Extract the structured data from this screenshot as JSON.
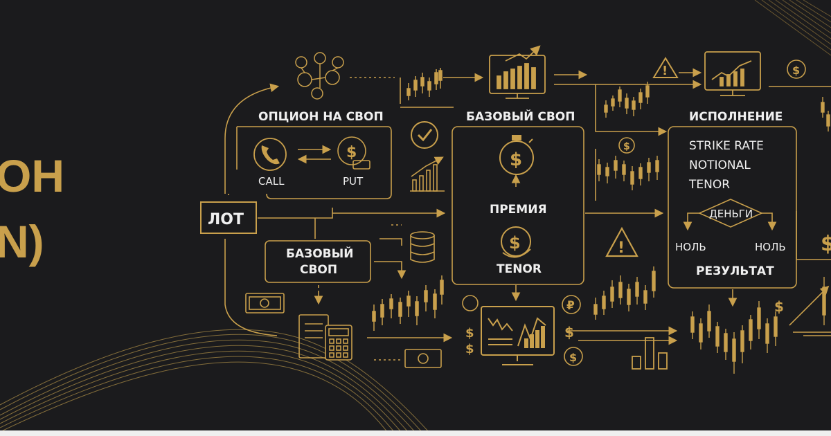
{
  "title": {
    "line1": "ОН",
    "line2": "N)"
  },
  "nodes": {
    "option_on_swap": "ОПЦИОН НА СВОП",
    "call": "CALL",
    "put": "PUT",
    "lot": "ЛОТ",
    "base_swap_left_line1": "БАЗОВЫЙ",
    "base_swap_left_line2": "СВОП",
    "base_swap_center": "БАЗОВЫЙ СВОП",
    "premium": "ПРЕМИЯ",
    "tenor_center": "TENOR",
    "execution": "ИСПОЛНЕНИЕ",
    "strike_rate": "STRIKE RATE",
    "notional": "NOTIONAL",
    "tenor_right": "TENOR",
    "money": "ДЕНЬГИ",
    "zero_left": "НОЛЬ",
    "zero_right": "НОЛЬ",
    "result": "РЕЗУЛЬТАТ"
  },
  "colors": {
    "background": "#1b1b1d",
    "accent_gold": "#c9a04c",
    "text_white": "#f0f0f0"
  },
  "icons": [
    "network-people-icon",
    "phone-icon",
    "dollar-hand-icon",
    "checkmark-icon",
    "rising-chart-icon",
    "monitor-chart-icon",
    "stopwatch-dollar-icon",
    "dollar-coin-icon",
    "warning-icon",
    "database-icon",
    "banknote-icon",
    "calculator-icon",
    "ruble-coin-icon",
    "bar-chart-icon",
    "candlestick-icon"
  ]
}
